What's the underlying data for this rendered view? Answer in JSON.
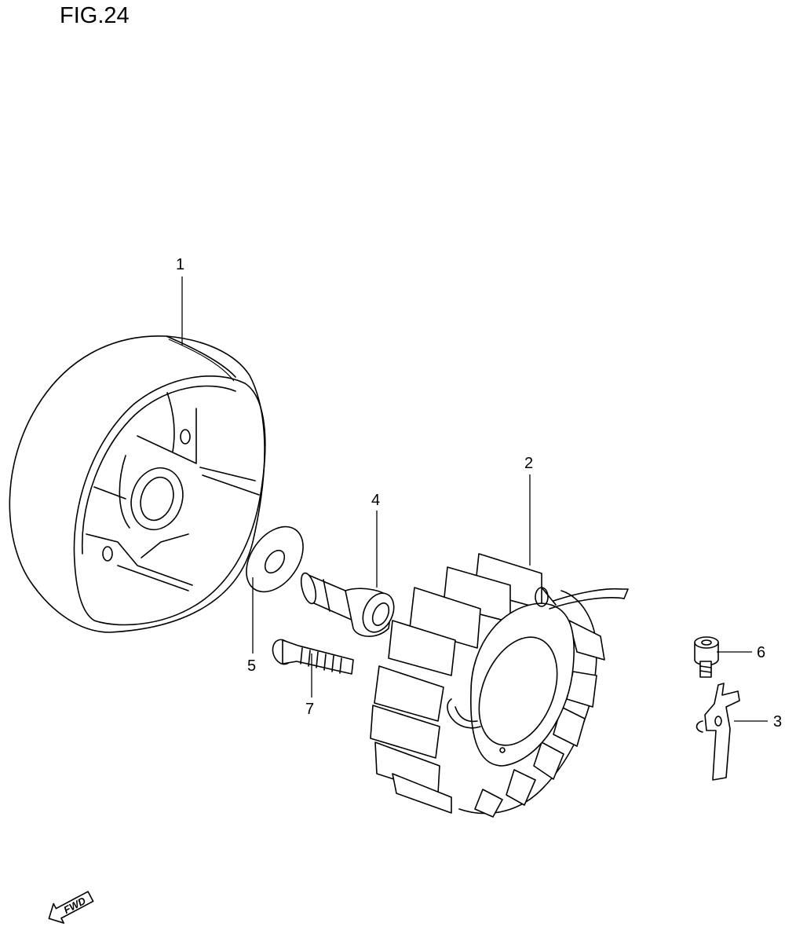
{
  "figure": {
    "title": "FIG.24"
  },
  "parts": [
    {
      "ref": "1"
    },
    {
      "ref": "2"
    },
    {
      "ref": "3"
    },
    {
      "ref": "4"
    },
    {
      "ref": "5"
    },
    {
      "ref": "6"
    },
    {
      "ref": "7"
    }
  ],
  "fwd_arrow": {
    "label": "FWD"
  }
}
